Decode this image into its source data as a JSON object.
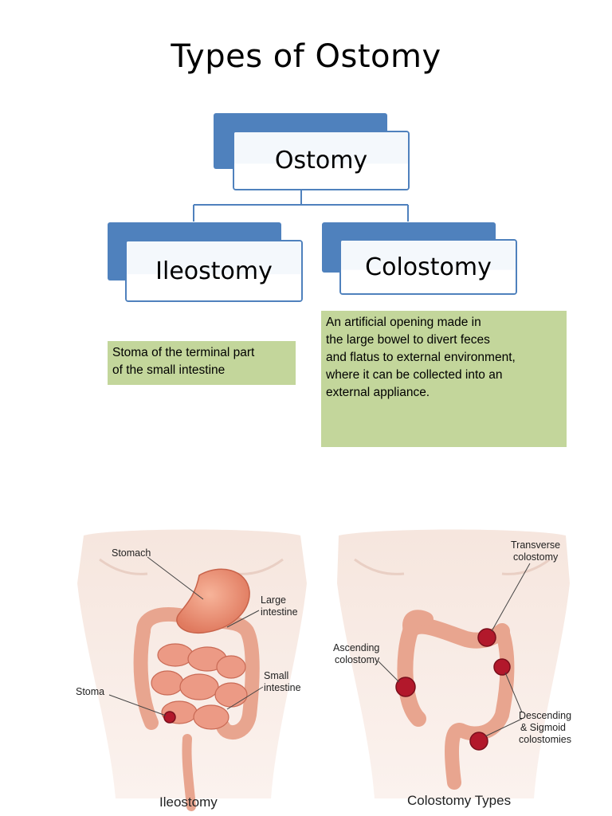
{
  "title": "Types of Ostomy",
  "nodes": {
    "root": "Ostomy",
    "left": "Ileostomy",
    "right": "Colostomy"
  },
  "notes": {
    "ileostomy": "Stoma of the terminal part\nof the small intestine",
    "colostomy": "An artificial opening made in\n the large bowel to divert feces\n and flatus to external environment,\nwhere it can be collected into an\nexternal appliance."
  },
  "ileostomy_figure": {
    "labels": {
      "stomach": "Stomach",
      "large_intestine_1": "Large",
      "large_intestine_2": "intestine",
      "small_intestine_1": "Small",
      "small_intestine_2": "intestine",
      "stoma": "Stoma"
    },
    "caption": "Ileostomy"
  },
  "colostomy_figure": {
    "labels": {
      "transverse_1": "Transverse",
      "transverse_2": "colostomy",
      "ascending_1": "Ascending",
      "ascending_2": "colostomy",
      "descending_1": "Descending",
      "descending_2": "& Sigmoid",
      "descending_3": "colostomies"
    },
    "caption": "Colostomy Types"
  },
  "colors": {
    "node_accent": "#4f81bd",
    "note_fill": "#c3d69b",
    "stoma": "#b2182b"
  }
}
